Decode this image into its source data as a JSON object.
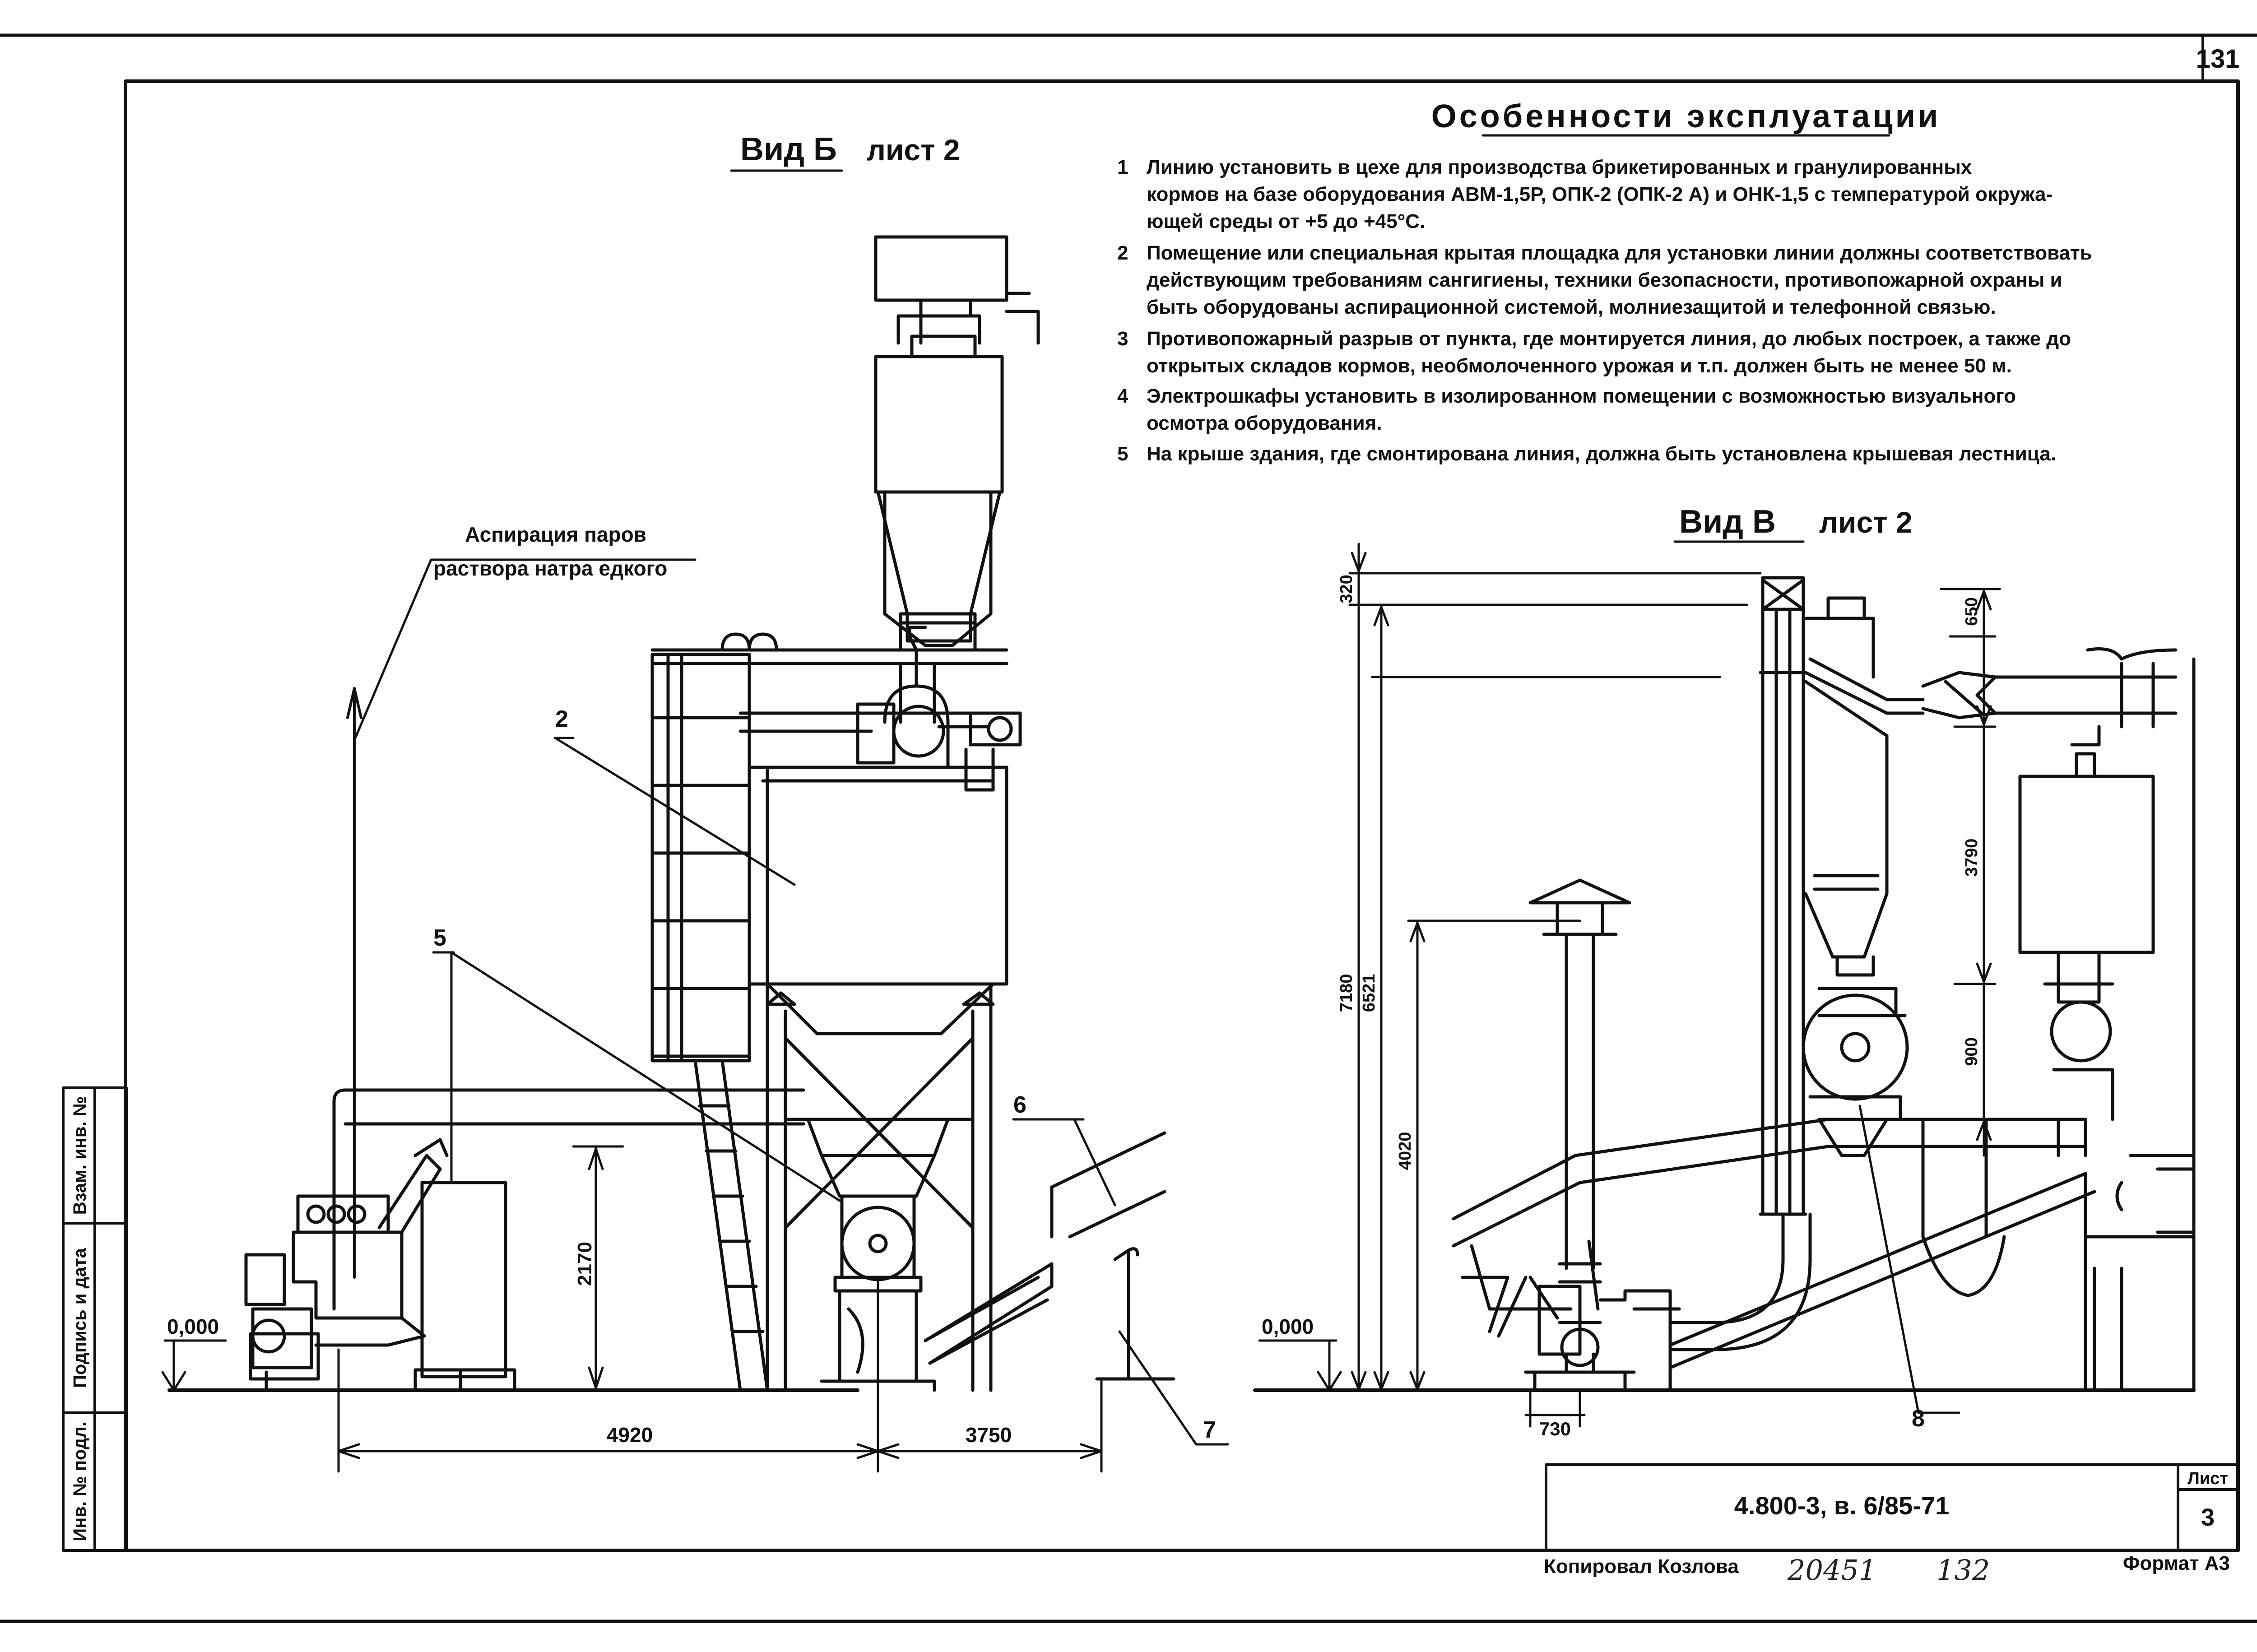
{
  "sheet": {
    "page_number": "131",
    "designation": "4.800-3,  в. 6/85-71",
    "sheet_label": "Лист",
    "sheet_number": "3",
    "copied_by": "Копировал  Козлова",
    "handwritten_1": "20451",
    "handwritten_2": "132",
    "format": "Формат А3"
  },
  "side_stamp": {
    "inv_podl": "Инв. № подл.",
    "podpis_data": "Подпись и дата",
    "vzam_inv": "Взам. инв. №"
  },
  "notes": {
    "title": "Особенности эксплуатации",
    "items": [
      {
        "num": "1",
        "lines": [
          "Линию установить в цехе для производства брикетированных и гранулированных",
          "кормов на базе оборудования АВМ-1,5Р, ОПК-2 (ОПК-2 А) и ОНК-1,5 с температурой окружа-",
          "ющей  среды от +5 до +45°С."
        ]
      },
      {
        "num": "2",
        "lines": [
          "Помещение или специальная крытая площадка для установки линии должны соответствовать",
          "действующим требованиям сангигиены, техники безопасности, противопожарной охраны и",
          "быть оборудованы аспирационной системой, молниезащитой и телефонной связью."
        ]
      },
      {
        "num": "3",
        "lines": [
          "Противопожарный разрыв от пункта, где монтируется линия, до любых построек, а также до",
          "открытых складов кормов, необмолоченного урожая и т.п. должен быть не менее 50 м."
        ]
      },
      {
        "num": "4",
        "lines": [
          "Электрошкафы установить в изолированном помещении с возможностью визуального",
          "осмотра оборудования."
        ]
      },
      {
        "num": "5",
        "lines": [
          "На крыше здания, где смонтирована линия, должна быть установлена крышевая лестница."
        ]
      }
    ]
  },
  "view_b": {
    "title": "Вид Б",
    "sheet_ref": "лист 2",
    "aspiration_line1": "Аспирация паров",
    "aspiration_line2": "раствора натра едкого",
    "callouts": [
      "2",
      "5",
      "6",
      "7"
    ],
    "level": "0,000",
    "dims": {
      "height": "2170",
      "width1": "4920",
      "width2": "3750"
    }
  },
  "view_v": {
    "title": "Вид В",
    "sheet_ref": "лист 2",
    "level": "0,000",
    "callouts": [
      "8"
    ],
    "dims": {
      "d320": "320",
      "d650": "650",
      "d3790": "3790",
      "d900": "900",
      "d7180": "7180",
      "d6521": "6521",
      "d4020": "4020",
      "d730": "730"
    }
  }
}
